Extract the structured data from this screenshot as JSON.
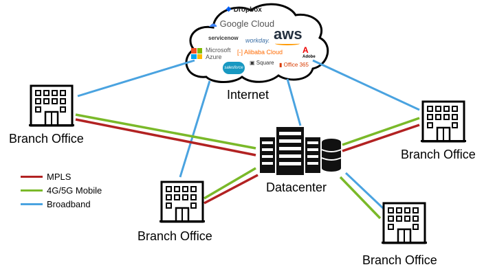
{
  "colors": {
    "mpls": "#b22222",
    "mobile": "#7ab929",
    "broadband": "#4aa3e0"
  },
  "labels": {
    "internet": "Internet",
    "datacenter": "Datacenter",
    "branch_left": "Branch Office",
    "branch_center": "Branch Office",
    "branch_right": "Branch Office",
    "branch_bottom": "Branch Office"
  },
  "legend": [
    {
      "label": "MPLS"
    },
    {
      "label": "4G/5G Mobile"
    },
    {
      "label": "Broadband"
    }
  ],
  "cloud_logos": {
    "dropbox": "Dropbox",
    "google": "Google Cloud",
    "servicenow": "servicenow",
    "workday": "workday.",
    "aws": "aws",
    "microsoft": "Microsoft",
    "azure": "Azure",
    "alibaba": "Alibaba Cloud",
    "adobe": "Adobe",
    "square": "Square",
    "office": "Office 365",
    "salesforce": "salesforce"
  }
}
